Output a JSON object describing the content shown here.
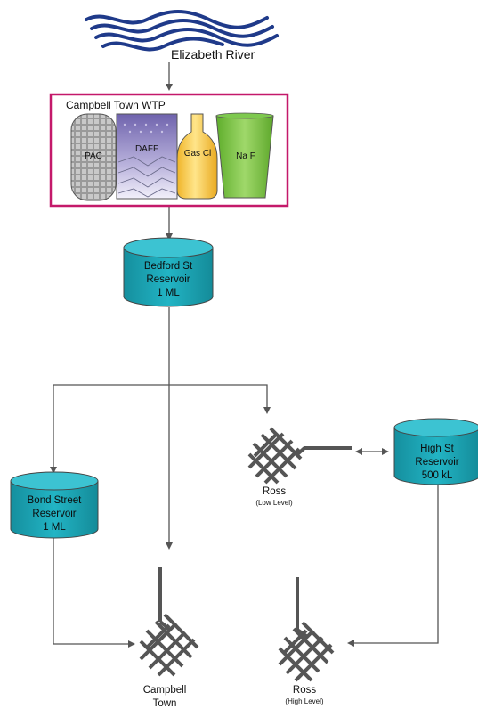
{
  "source": {
    "label": "Elizabeth River"
  },
  "treatment_plant": {
    "title": "Campbell Town WTP",
    "units": [
      "PAC",
      "DAFF",
      "Gas Cl",
      "Na F"
    ]
  },
  "reservoirs": {
    "bedford": [
      "Bedford St",
      "Reservoir",
      "1 ML"
    ],
    "bond": [
      "Bond Street",
      "Reservoir",
      "1 ML"
    ],
    "high": [
      "High St",
      "Reservoir",
      "500 kL"
    ]
  },
  "zones": {
    "campbell_town": [
      "Campbell",
      "Town"
    ],
    "ross_low": {
      "name": "Ross",
      "level": "(Low Level)"
    },
    "ross_high": {
      "name": "Ross",
      "level": "(High Level)"
    }
  },
  "colors": {
    "reservoir_fill": "#1fa8b8",
    "reservoir_top": "#3cc3d2",
    "wtp_border": "#c4196a",
    "river": "#1f3a8a",
    "line": "#555555",
    "network": "#555555",
    "gas_cl": "#f5c445",
    "naf": "#7bc043",
    "daff": "#8a7fc0"
  }
}
